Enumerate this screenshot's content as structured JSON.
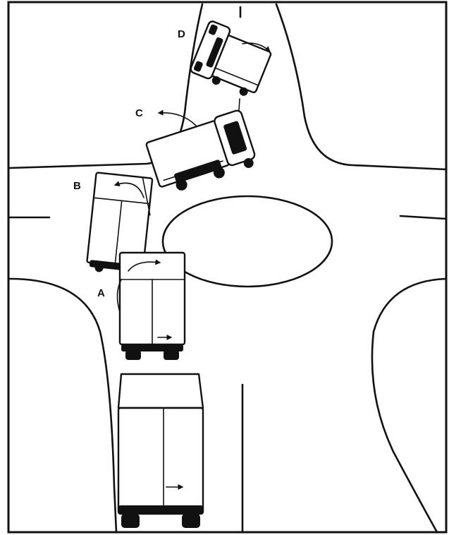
{
  "labels": {
    "a": "A",
    "b": "B",
    "c": "C",
    "d": "D"
  },
  "colors": {
    "ink": "#111111",
    "paper": "#ffffff"
  }
}
